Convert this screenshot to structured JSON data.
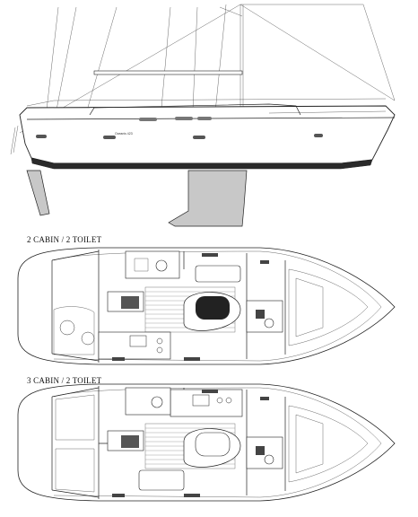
{
  "side_view": {
    "hull_name": "Oceanis 423"
  },
  "layouts": [
    {
      "caption": "2 CABIN / 2 TOILET"
    },
    {
      "caption": "3 CABIN / 2 TOILET"
    }
  ],
  "colors": {
    "line": "#222222",
    "keel": "#c8c8c8",
    "bootstripe": "#2a2a2a",
    "background": "#ffffff"
  }
}
